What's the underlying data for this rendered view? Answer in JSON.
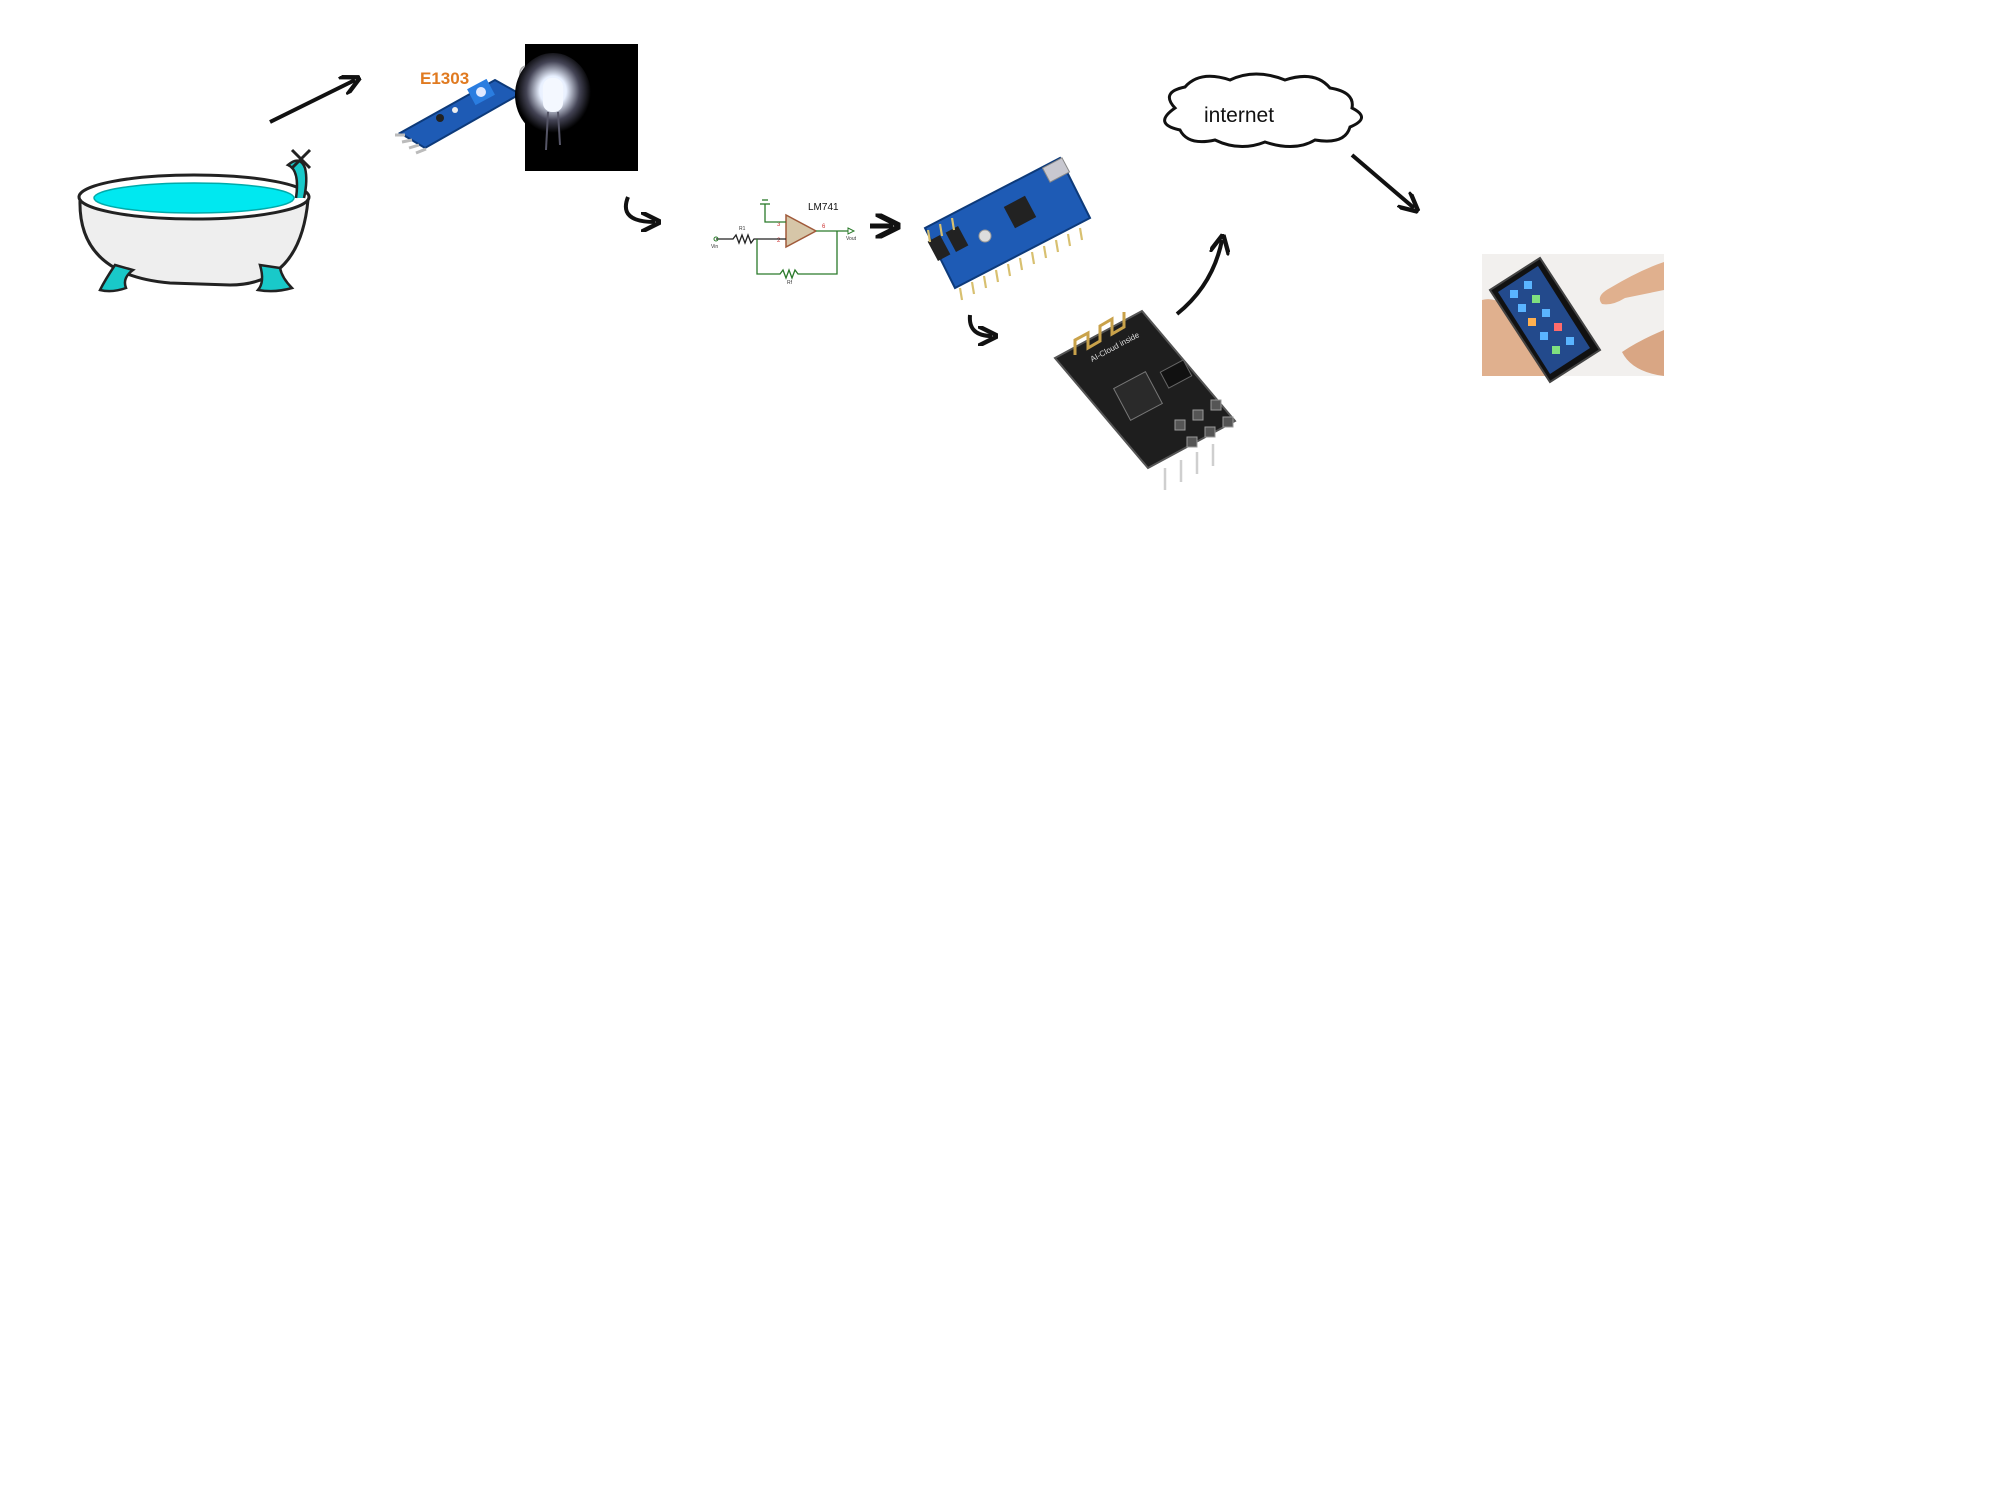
{
  "diagram": {
    "sensor_module": {
      "label": "E1303"
    },
    "op_amp": {
      "chip_label": "LM741",
      "pin_plus": "3",
      "pin_minus": "2",
      "pin_out": "6",
      "r1": "R1",
      "rf": "Rf",
      "vin": "Vin",
      "vout": "Vout"
    },
    "wifi_module": {
      "label": "AI-Cloud inside"
    },
    "cloud": {
      "label": "internet"
    }
  },
  "colors": {
    "water": "#00e8f0",
    "tub_outline": "#222222",
    "tub_fill": "#eeeeee",
    "module_label": "#e07a20",
    "pcb_blue": "#1e5bb5",
    "arrow": "#111111"
  }
}
